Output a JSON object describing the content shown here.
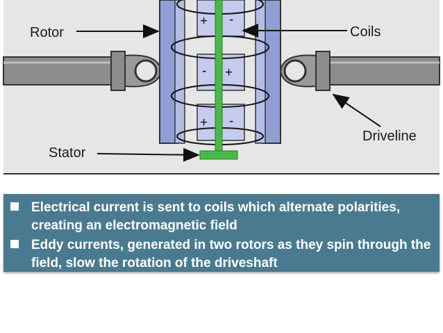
{
  "diagram": {
    "labels": {
      "rotor": "Rotor",
      "coils": "Coils",
      "driveline": "Driveline",
      "stator": "Stator"
    },
    "coil_signs": {
      "top_left": "+",
      "top_right": "-",
      "mid_left": "-",
      "mid_right": "+",
      "bottom_left": "+",
      "bottom_right": "-"
    }
  },
  "caption": {
    "bullets": [
      {
        "text": "Electrical current is sent to coils which alternate polarities, creating an electromagnetic field"
      },
      {
        "text": " Eddy currents, generated in two rotors as they spin through the field, slow the rotation of the driveshaft"
      }
    ]
  },
  "colors": {
    "panel_bg": "#e6e6e6",
    "rotor_blue": "#8f9fd6",
    "stator_green": "#4ab84a",
    "shaft_gray": "#8c8c8c",
    "caption_bg": "#4a7a90"
  }
}
